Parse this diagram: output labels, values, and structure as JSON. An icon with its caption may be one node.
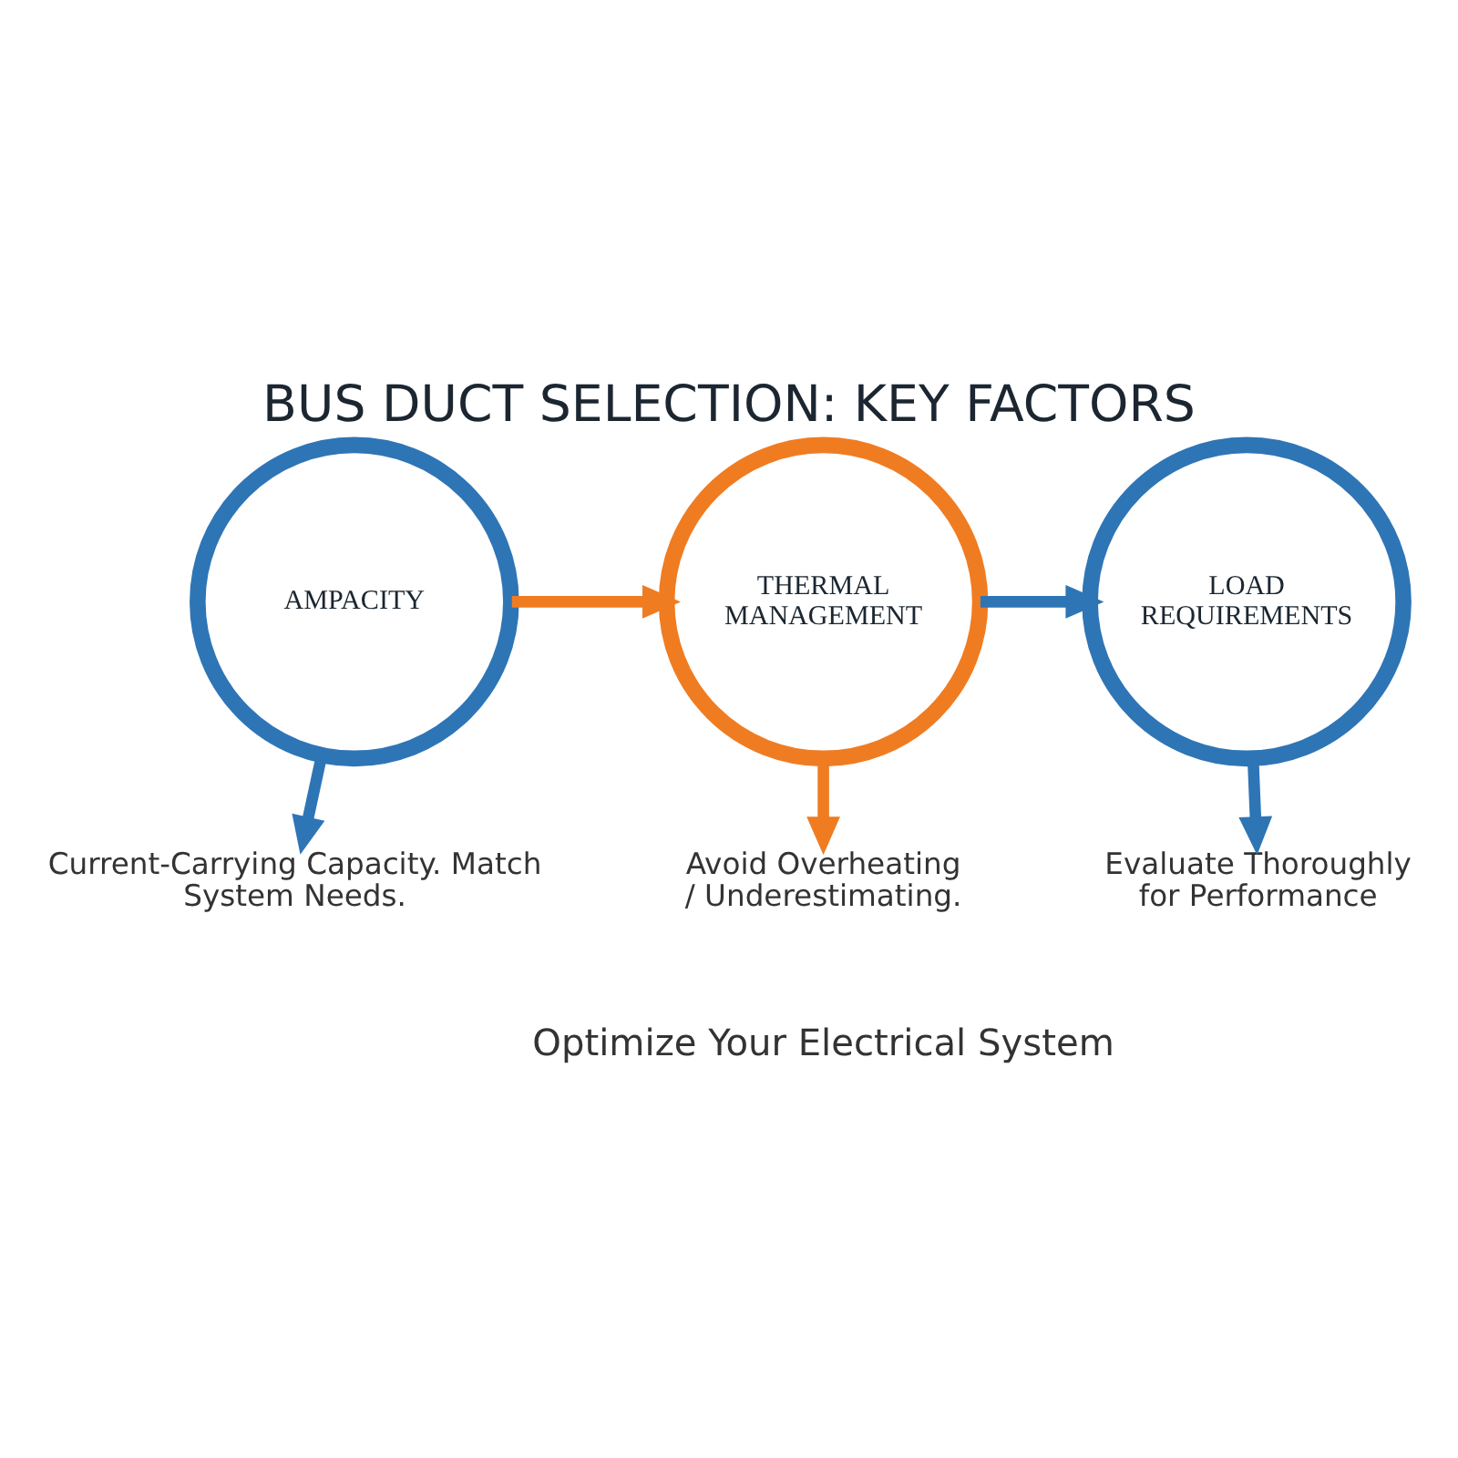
{
  "diagram": {
    "title": "BUS DUCT SELECTION: KEY FACTORS",
    "nodes": [
      {
        "text": [
          "AMPACITY"
        ]
      },
      {
        "text": [
          "THERMAL MANAGEMENT"
        ]
      },
      {
        "text": [
          "LOAD REQUIREMENTS"
        ]
      },
      {
        "text": [
          "Current-Carrying Capacity. Match System Needs."
        ]
      },
      {
        "text": [
          "Avoid Overheating / Underestimating."
        ]
      },
      {
        "text": [
          "Evaluate Thoroughly for Performance"
        ]
      }
    ],
    "edges": [
      {
        "from": 0,
        "to": 1,
        "arrow": "to",
        "color": "#f07c22"
      },
      {
        "from": 1,
        "to": 2,
        "arrow": "to"
      },
      {
        "from": 0,
        "to": 3,
        "arrow": "to"
      },
      {
        "from": 1,
        "to": 4,
        "arrow": "to",
        "color": "#f07c22"
      },
      {
        "from": 2,
        "to": 5,
        "arrow": "to"
      }
    ],
    "labels": [
      "Optimize Your Electrical System"
    ]
  }
}
